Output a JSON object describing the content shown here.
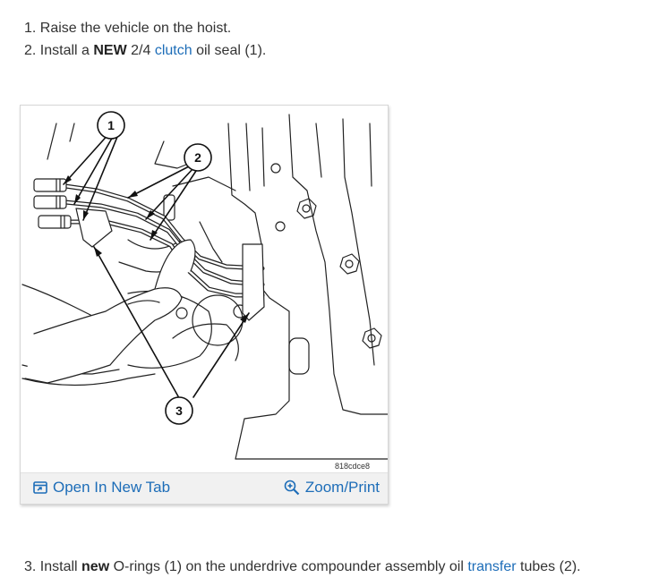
{
  "steps": {
    "step1": {
      "text": "1. Raise the vehicle on the hoist."
    },
    "step2": {
      "prefix": "2. Install a ",
      "bold": "NEW",
      "mid": " 2/4 ",
      "link": "clutch",
      "suffix": " oil seal (1)."
    },
    "step3": {
      "prefix": "3. Install ",
      "bold": "new",
      "mid": " O-rings (1) on the underdrive compounder assembly oil ",
      "link": "transfer",
      "suffix": " tubes (2)."
    }
  },
  "figure": {
    "callouts": [
      "1",
      "2",
      "3"
    ],
    "code": "818cdce8",
    "open_tab_label": "Open In New Tab",
    "zoom_label": "Zoom/Print",
    "open_tab_icon": "open-new-tab-icon",
    "zoom_icon": "zoom-magnifier-icon"
  },
  "colors": {
    "link": "#1d6db8",
    "text": "#333333",
    "toolbar": "#f1f1f1"
  }
}
